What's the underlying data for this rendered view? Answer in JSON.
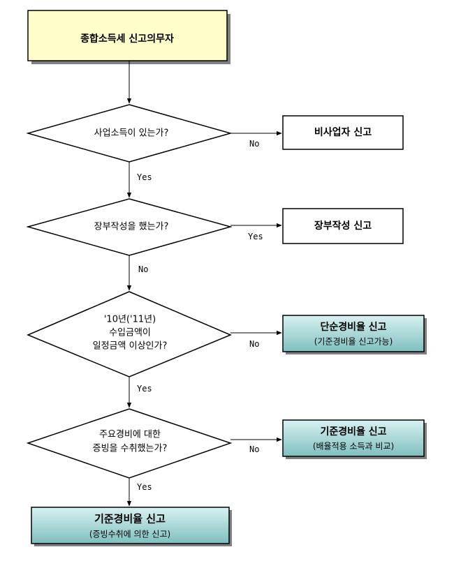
{
  "colors": {
    "start_fill": "#ffffcc",
    "result_teal_top": "#d9f1f1",
    "result_teal_bottom": "#7fbfbf",
    "stroke": "#000000",
    "shadow": "#808080"
  },
  "start": {
    "label": "종합소득세 신고의무자"
  },
  "decisions": [
    {
      "lines": [
        "사업소득이 있는가?"
      ]
    },
    {
      "lines": [
        "장부작성을 했는가?"
      ]
    },
    {
      "lines": [
        "'10년('11년)",
        "수입금액이",
        "일정금액 이상인가?"
      ]
    },
    {
      "lines": [
        "주요경비에 대한",
        "증빙을 수취했는가?"
      ]
    }
  ],
  "outcomes": [
    {
      "title": "비사업자 신고",
      "subtitle": ""
    },
    {
      "title": "장부작성 신고",
      "subtitle": ""
    },
    {
      "title": "단순경비율 신고",
      "subtitle": "(기준경비율 신고가능)"
    },
    {
      "title": "기준경비율 신고",
      "subtitle": "(배율적용 소득과 비교)"
    }
  ],
  "final": {
    "title": "기준경비율 신고",
    "subtitle": "(증빙수취에 의한 신고)"
  },
  "edge_labels": {
    "d1_right": "No",
    "d1_down": "Yes",
    "d2_right": "Yes",
    "d2_down": "No",
    "d3_right": "No",
    "d3_down": "Yes",
    "d4_right": "No",
    "d4_down": "Yes"
  }
}
